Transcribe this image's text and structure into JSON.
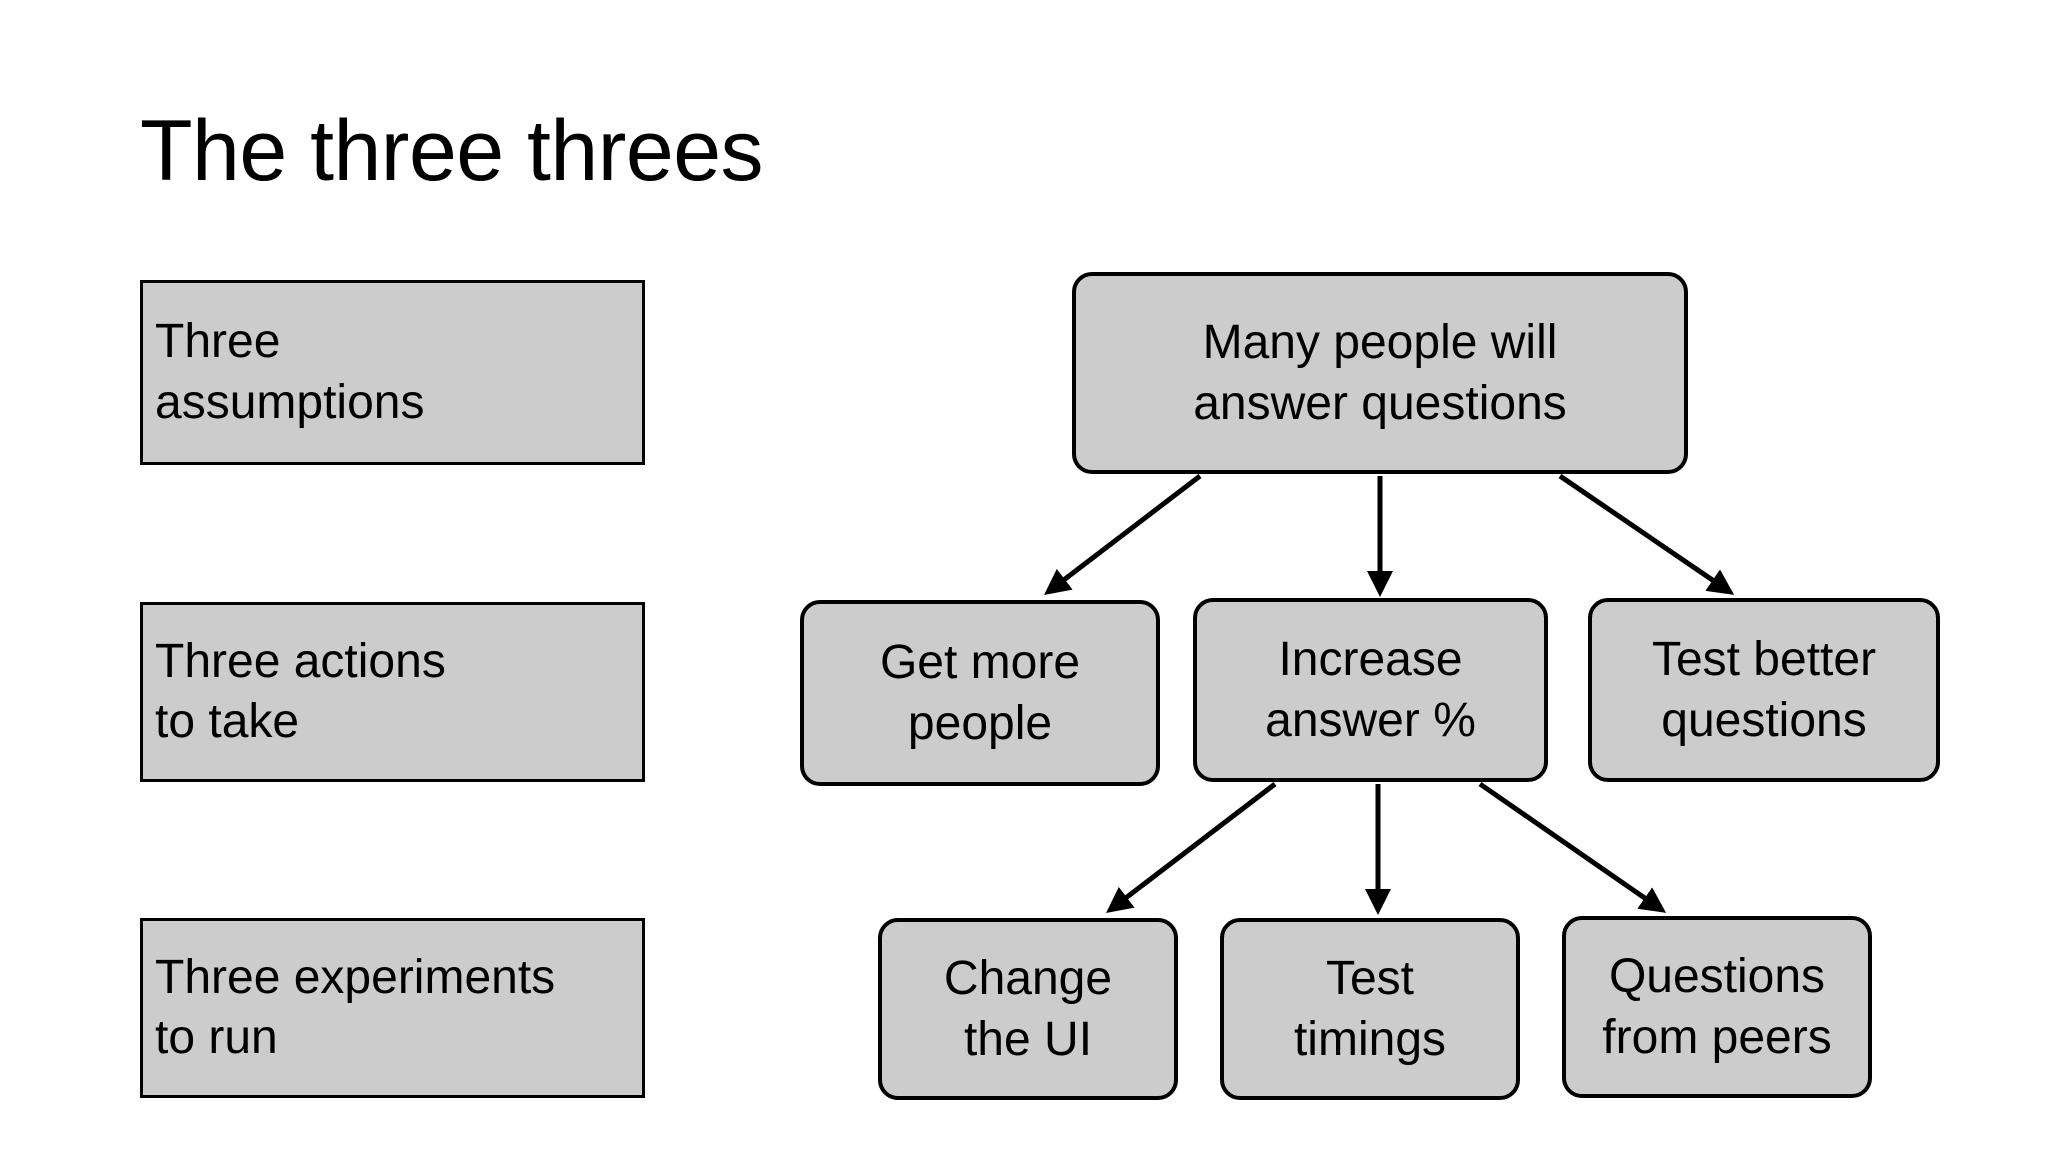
{
  "slide": {
    "title": "The three threes",
    "background_color": "#ffffff",
    "node_fill_color": "#cccccc",
    "node_border_color": "#000000",
    "text_color": "#000000"
  },
  "left_labels": [
    {
      "id": "assumptions",
      "line1": "Three",
      "line2": "assumptions"
    },
    {
      "id": "actions",
      "line1": "Three actions",
      "line2": "to take"
    },
    {
      "id": "experiments",
      "line1": "Three experiments",
      "line2": "to run"
    }
  ],
  "chart_data": {
    "type": "diagram",
    "title": "The three threes",
    "layout": "top-down tree, 3 levels",
    "levels": [
      {
        "label": "Three assumptions",
        "nodes": [
          "Many people will answer questions"
        ]
      },
      {
        "label": "Three actions to take",
        "nodes": [
          "Get more people",
          "Increase answer %",
          "Test better questions"
        ]
      },
      {
        "label": "Three experiments to run",
        "nodes": [
          "Change the UI",
          "Test timings",
          "Questions from peers"
        ]
      }
    ],
    "nodes": [
      {
        "id": "root",
        "line1": "Many people will",
        "line2": "answer questions",
        "level": 1
      },
      {
        "id": "get-people",
        "line1": "Get more",
        "line2": "people",
        "level": 2
      },
      {
        "id": "increase",
        "line1": "Increase",
        "line2": "answer %",
        "level": 2
      },
      {
        "id": "test-better",
        "line1": "Test better",
        "line2": "questions",
        "level": 2
      },
      {
        "id": "change-ui",
        "line1": "Change",
        "line2": "the UI",
        "level": 3
      },
      {
        "id": "test-timing",
        "line1": "Test",
        "line2": "timings",
        "level": 3
      },
      {
        "id": "peers",
        "line1": "Questions",
        "line2": "from peers",
        "level": 3
      }
    ],
    "edges": [
      {
        "from": "root",
        "to": "get-people"
      },
      {
        "from": "root",
        "to": "increase"
      },
      {
        "from": "root",
        "to": "test-better"
      },
      {
        "from": "increase",
        "to": "change-ui"
      },
      {
        "from": "increase",
        "to": "test-timing"
      },
      {
        "from": "increase",
        "to": "peers"
      }
    ]
  }
}
